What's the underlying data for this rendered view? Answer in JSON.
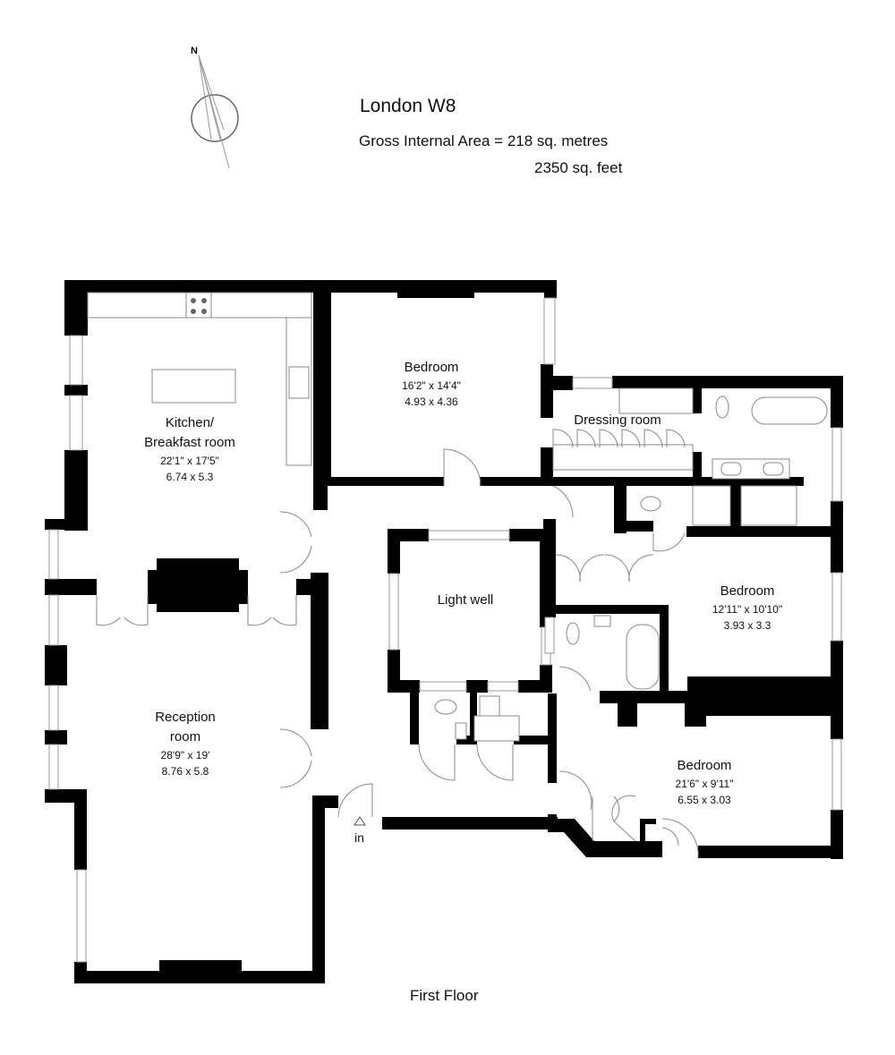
{
  "header": {
    "title": "London W8",
    "gross_internal_area": "Gross Internal Area = 218 sq. metres",
    "area_sqft": "2350 sq. feet"
  },
  "compass": {
    "label": "N"
  },
  "rooms": [
    {
      "id": "kitchen",
      "name_line1": "Kitchen/",
      "name_line2": "Breakfast room",
      "imperial": "22'1\" x 17'5\"",
      "metric": "6.74 x 5.3"
    },
    {
      "id": "bedroom1",
      "name": "Bedroom",
      "imperial": "16'2\" x 14'4\"",
      "metric": "4.93 x 4.36"
    },
    {
      "id": "dressing",
      "name": "Dressing room"
    },
    {
      "id": "lightwell",
      "name": "Light well"
    },
    {
      "id": "bedroom2",
      "name": "Bedroom",
      "imperial": "12'11\" x 10'10\"",
      "metric": "3.93 x 3.3"
    },
    {
      "id": "reception",
      "name_line1": "Reception",
      "name_line2": "room",
      "imperial": "28'9\" x 19'",
      "metric": "8.76 x 5.8"
    },
    {
      "id": "bedroom3",
      "name": "Bedroom",
      "imperial": "21'6\" x 9'11\"",
      "metric": "6.55 x 3.03"
    }
  ],
  "entrance": {
    "label": "in"
  },
  "footer": {
    "floor_label": "First Floor"
  }
}
